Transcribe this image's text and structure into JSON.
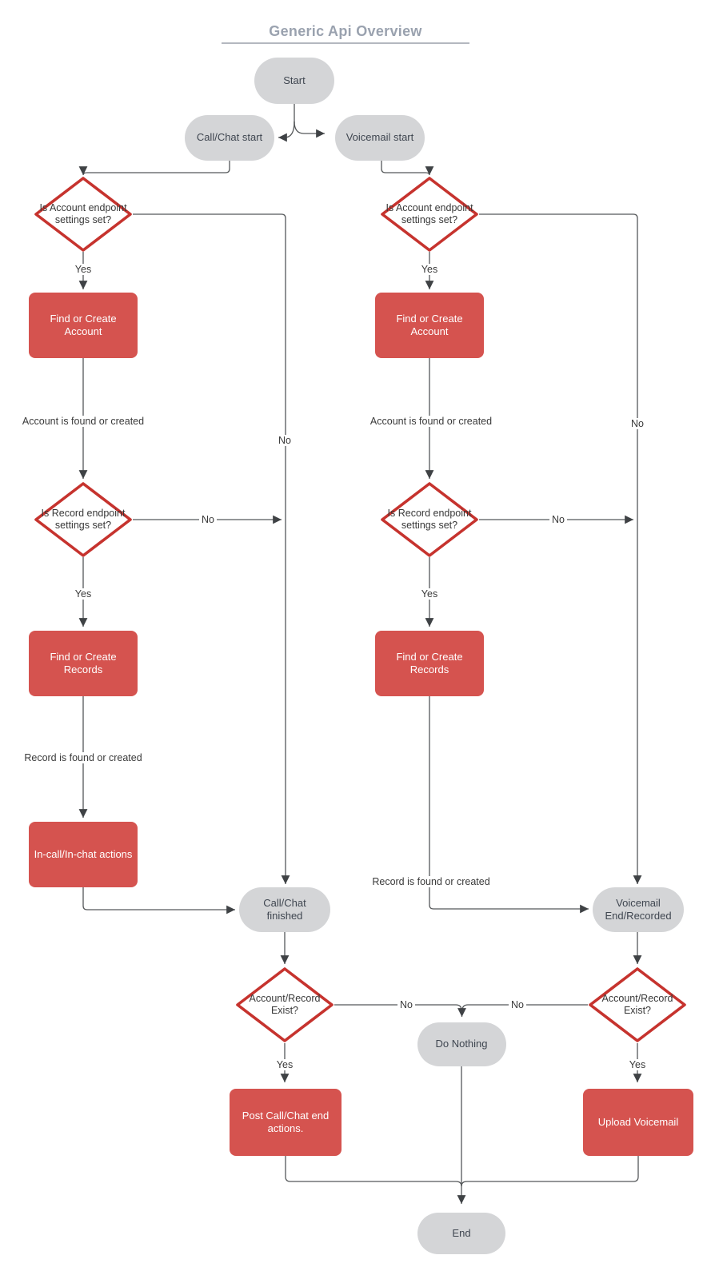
{
  "title": "Generic Api Overview",
  "colors": {
    "node_gray_fill": "#d4d5d7",
    "node_gray_text": "#3f4650",
    "process_red_fill": "#d5534f",
    "process_red_text": "#ffffff",
    "decision_border_red": "#c6332e",
    "decision_fill": "#ffffff",
    "decision_text": "#383838",
    "connector_line": "#55585a",
    "title_text": "#9aa2af",
    "title_rule": "#b4b8bf",
    "edge_label_text": "#3a3a3a"
  },
  "nodes": [
    {
      "id": "start",
      "type": "terminator",
      "label": "Start"
    },
    {
      "id": "callchat-start",
      "type": "terminator",
      "label": "Call/Chat start"
    },
    {
      "id": "voicemail-start",
      "type": "terminator",
      "label": "Voicemail start"
    },
    {
      "id": "account-settings-left",
      "type": "decision",
      "label": "Is Account endpoint settings set?"
    },
    {
      "id": "account-settings-right",
      "type": "decision",
      "label": "Is Account endpoint settings set?"
    },
    {
      "id": "find-account-left",
      "type": "process",
      "label": "Find or Create Account"
    },
    {
      "id": "find-account-right",
      "type": "process",
      "label": "Find or Create Account"
    },
    {
      "id": "record-settings-left",
      "type": "decision",
      "label": "Is Record endpoint settings set?"
    },
    {
      "id": "record-settings-right",
      "type": "decision",
      "label": "Is Record endpoint settings set?"
    },
    {
      "id": "find-records-left",
      "type": "process",
      "label": "Find or Create Records"
    },
    {
      "id": "find-records-right",
      "type": "process",
      "label": "Find or Create Records"
    },
    {
      "id": "incall-actions",
      "type": "process",
      "label": "In-call/In-chat actions"
    },
    {
      "id": "callchat-finished",
      "type": "terminator",
      "label": "Call/Chat finished"
    },
    {
      "id": "voicemail-end",
      "type": "terminator",
      "label": "Voicemail End/Recorded"
    },
    {
      "id": "exist-left",
      "type": "decision",
      "label": "Account/Record Exist?"
    },
    {
      "id": "exist-right",
      "type": "decision",
      "label": "Account/Record Exist?"
    },
    {
      "id": "do-nothing",
      "type": "terminator",
      "label": "Do Nothing"
    },
    {
      "id": "post-actions",
      "type": "process",
      "label": "Post Call/Chat end actions."
    },
    {
      "id": "upload-voicemail",
      "type": "process",
      "label": "Upload Voicemail"
    },
    {
      "id": "end",
      "type": "terminator",
      "label": "End"
    }
  ],
  "edge_labels": [
    {
      "id": "yes-left-1",
      "text": "Yes"
    },
    {
      "id": "yes-right-1",
      "text": "Yes"
    },
    {
      "id": "no-left-1",
      "text": "No"
    },
    {
      "id": "no-right-1",
      "text": "No"
    },
    {
      "id": "account-found-left",
      "text": "Account is found or created"
    },
    {
      "id": "account-found-right",
      "text": "Account is found or created"
    },
    {
      "id": "no-left-2",
      "text": "No"
    },
    {
      "id": "no-right-2",
      "text": "No"
    },
    {
      "id": "yes-left-2",
      "text": "Yes"
    },
    {
      "id": "yes-right-2",
      "text": "Yes"
    },
    {
      "id": "record-found-left",
      "text": "Record is found or created"
    },
    {
      "id": "record-found-right",
      "text": "Record is found or created"
    },
    {
      "id": "no-left-3",
      "text": "No"
    },
    {
      "id": "no-right-3",
      "text": "No"
    },
    {
      "id": "yes-left-3",
      "text": "Yes"
    },
    {
      "id": "yes-right-3",
      "text": "Yes"
    }
  ]
}
